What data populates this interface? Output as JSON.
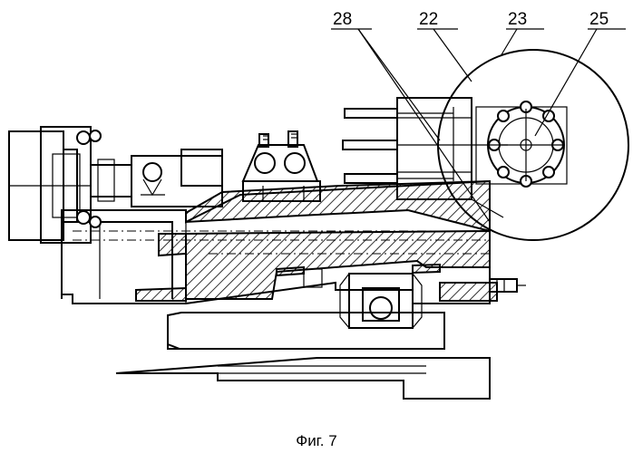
{
  "figure": {
    "caption": "Фиг. 7",
    "callouts": [
      {
        "id": "callout-28",
        "label": "28"
      },
      {
        "id": "callout-22",
        "label": "22"
      },
      {
        "id": "callout-23",
        "label": "23"
      },
      {
        "id": "callout-25",
        "label": "25"
      }
    ]
  }
}
